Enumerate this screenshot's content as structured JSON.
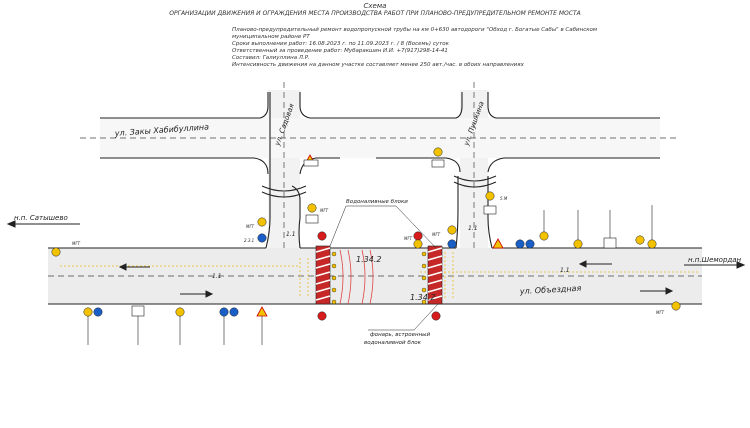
{
  "header": {
    "line1": "Схема",
    "line2": "ОРГАНИЗАЦИИ ДВИЖЕНИЯ И ОГРАЖДЕНИЯ МЕСТА ПРОИЗВОДСТВА РАБОТ ПРИ ПЛАНОВО-ПРЕДУПРЕДИТЕЛЬНОМ РЕМОНТЕ МОСТА",
    "info": [
      "Планово-предупредительный ремонт водопропускной трубы на км 0+630 автодороги \"Обход г. Богатые Сабы\" в Сабинском",
      "муниципальном районе РТ",
      "Сроки выполнения работ: 16.08.2023 г. по 11.09.2023 г. / 8 (Восемь) суток",
      "Ответственный за проведение работ: Мубаракшин И.И. +7(917)298-14-41",
      "Составил: Галиуллина Л.Р.",
      "Интенсивность движения на данном участке составляет менее 250 авт./час. в обоих направлениях"
    ]
  },
  "roads": {
    "street_top": "ул. Закы Хабибуллина",
    "street_left": "ул. Садовая",
    "street_right": "ул. Пушкина",
    "main_road": "ул. Объездная"
  },
  "destinations": {
    "left": "н.п. Сатышево",
    "right": "н.п.Шемордан"
  },
  "markings": {
    "m11": "1.1",
    "m1342": "1.34.2"
  },
  "annotations": {
    "blocks": "Водоналивные блоки",
    "lamp": "фонарь, встроенный",
    "lamp2": "водоналивной блок"
  },
  "signs": {
    "mgt": "МГТ",
    "m": "5.М",
    "m1": "1.1",
    "m2": "5.М",
    "s23": "2.3.1"
  },
  "colors": {
    "sign_yellow": "#f2c200",
    "sign_blue": "#1a5fc8",
    "sign_red": "#d81b1b",
    "road_shade": "#e9e9e9"
  }
}
